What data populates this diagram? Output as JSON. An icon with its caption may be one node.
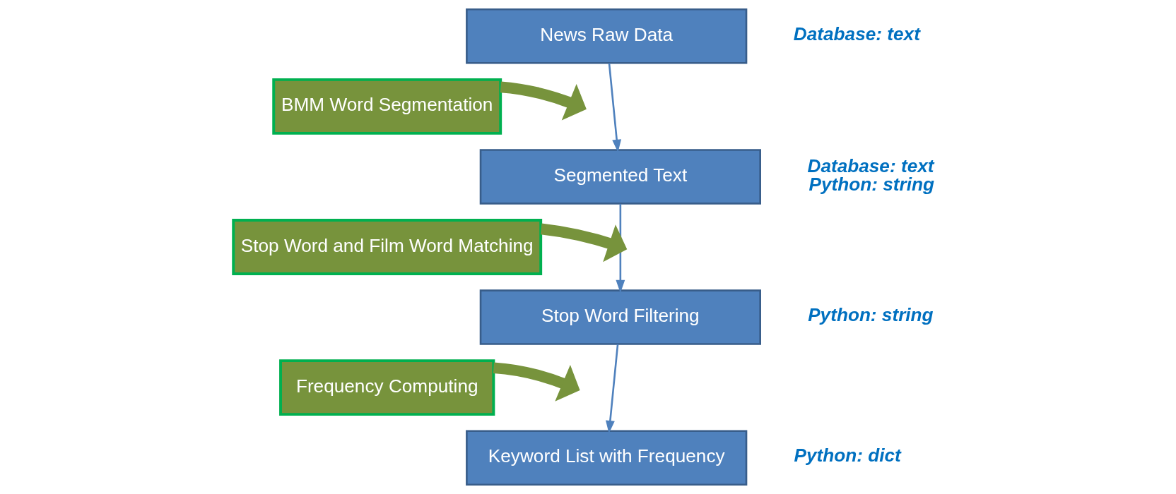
{
  "diagram": {
    "nodes": [
      {
        "text": [
          "News Raw Data"
        ],
        "beside": [
          "Database: text"
        ]
      },
      {
        "text": [
          "Segmented Text"
        ],
        "beside": [
          "Database: text",
          "Python: string"
        ]
      },
      {
        "text": [
          "Stop Word Filtering"
        ],
        "beside": [
          "Python: string"
        ]
      },
      {
        "text": [
          "Keyword List with Frequency"
        ],
        "beside": [
          "Python: dict"
        ]
      },
      {
        "text": [
          "BMM Word Segmentation"
        ]
      },
      {
        "text": [
          "Stop Word and Film Word Matching"
        ]
      },
      {
        "text": [
          "Frequency Computing"
        ]
      }
    ],
    "edges": [
      {
        "from": 0,
        "to": 1,
        "arrow": "to"
      },
      {
        "from": 1,
        "to": 2,
        "arrow": "to"
      },
      {
        "from": 2,
        "to": 3,
        "arrow": "to"
      },
      {
        "from": 4,
        "to": null,
        "arrow": "to",
        "style": "thick",
        "color": "#77933c"
      },
      {
        "from": 5,
        "to": null,
        "arrow": "to",
        "style": "thick",
        "color": "#77933c"
      },
      {
        "from": 6,
        "to": null,
        "arrow": "to",
        "style": "thick",
        "color": "#77933c"
      }
    ]
  }
}
